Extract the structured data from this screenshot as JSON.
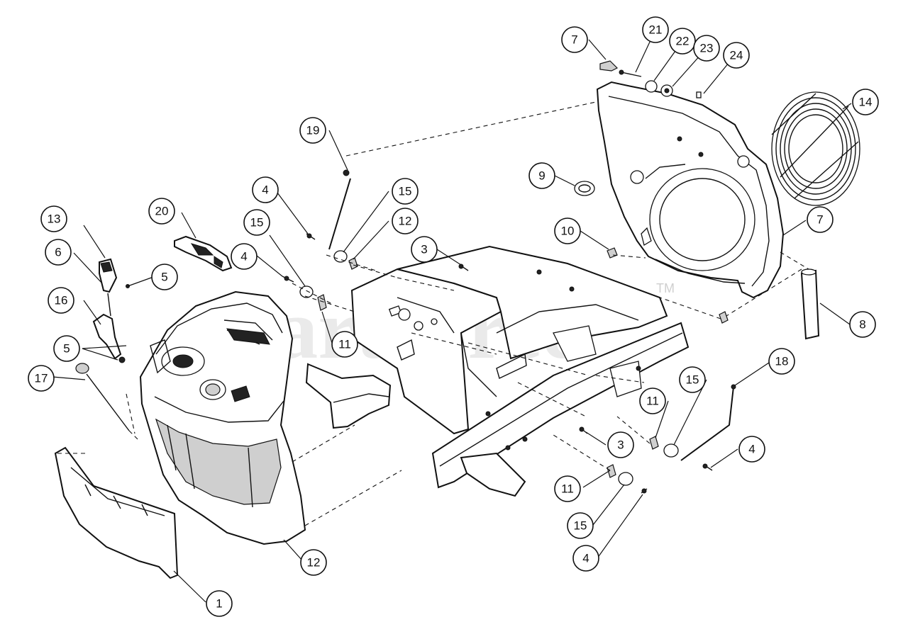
{
  "watermark": {
    "text": "PartsTree",
    "trademark": "TM"
  },
  "callouts": [
    {
      "id": "c-1",
      "label": "1"
    },
    {
      "id": "c-12a",
      "label": "12"
    },
    {
      "id": "c-17",
      "label": "17"
    },
    {
      "id": "c-5a",
      "label": "5"
    },
    {
      "id": "c-16",
      "label": "16"
    },
    {
      "id": "c-5b",
      "label": "5"
    },
    {
      "id": "c-6",
      "label": "6"
    },
    {
      "id": "c-13",
      "label": "13"
    },
    {
      "id": "c-20",
      "label": "20"
    },
    {
      "id": "c-4a",
      "label": "4"
    },
    {
      "id": "c-15a",
      "label": "15"
    },
    {
      "id": "c-11a",
      "label": "11"
    },
    {
      "id": "c-4b",
      "label": "4"
    },
    {
      "id": "c-19",
      "label": "19"
    },
    {
      "id": "c-15b",
      "label": "15"
    },
    {
      "id": "c-12b",
      "label": "12"
    },
    {
      "id": "c-3a",
      "label": "3"
    },
    {
      "id": "c-3b",
      "label": "3"
    },
    {
      "id": "c-7a",
      "label": "7"
    },
    {
      "id": "c-21",
      "label": "21"
    },
    {
      "id": "c-22",
      "label": "22"
    },
    {
      "id": "c-23",
      "label": "23"
    },
    {
      "id": "c-24",
      "label": "24"
    },
    {
      "id": "c-14",
      "label": "14"
    },
    {
      "id": "c-9",
      "label": "9"
    },
    {
      "id": "c-10",
      "label": "10"
    },
    {
      "id": "c-7b",
      "label": "7"
    },
    {
      "id": "c-8",
      "label": "8"
    },
    {
      "id": "c-18",
      "label": "18"
    },
    {
      "id": "c-15c",
      "label": "15"
    },
    {
      "id": "c-11b",
      "label": "11"
    },
    {
      "id": "c-4c",
      "label": "4"
    },
    {
      "id": "c-11c",
      "label": "11"
    },
    {
      "id": "c-15d",
      "label": "15"
    },
    {
      "id": "c-4d",
      "label": "4"
    }
  ]
}
